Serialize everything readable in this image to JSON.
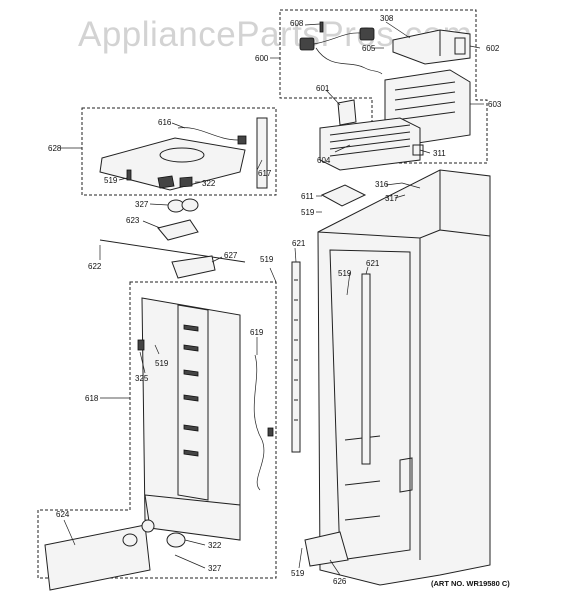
{
  "watermark": "AppliancePartsPros.com",
  "art_number": "(ART NO. WR19580 C)",
  "callouts": {
    "c308": "308",
    "c608": "608",
    "c605": "605",
    "c602": "602",
    "c600": "600",
    "c601": "601",
    "c603": "603",
    "c604": "604",
    "c311": "311",
    "c316": "316",
    "c317": "317",
    "c611": "611",
    "c519a": "519",
    "c616": "616",
    "c628": "628",
    "c519b": "519",
    "c322a": "322",
    "c617": "617",
    "c327a": "327",
    "c623": "623",
    "c622": "622",
    "c627": "627",
    "c621a": "621",
    "c519c": "519",
    "c519d": "519",
    "c621b": "621",
    "c619": "619",
    "c519e": "519",
    "c325": "325",
    "c618": "618",
    "c624": "624",
    "c322b": "322",
    "c327b": "327",
    "c519f": "519",
    "c626": "626"
  }
}
